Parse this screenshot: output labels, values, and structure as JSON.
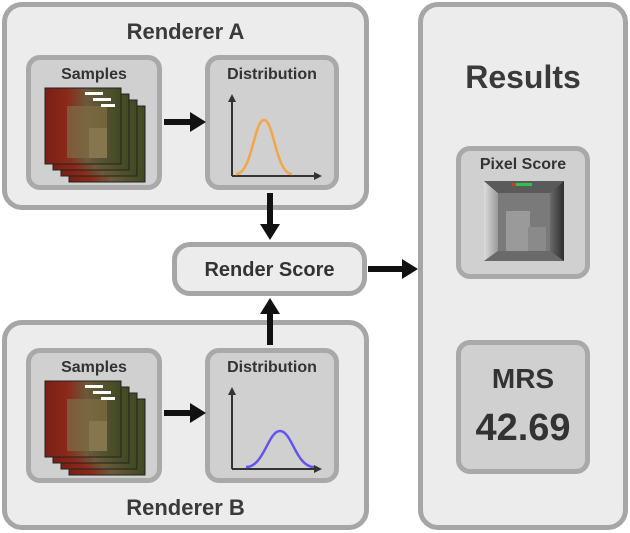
{
  "renderer_a": {
    "title": "Renderer A",
    "samples_label": "Samples",
    "distribution_label": "Distribution",
    "curve_color": "#f4a547"
  },
  "renderer_b": {
    "title": "Renderer B",
    "samples_label": "Samples",
    "distribution_label": "Distribution",
    "curve_color": "#6155f0"
  },
  "render_score": {
    "label": "Render Score"
  },
  "results": {
    "title": "Results",
    "pixel_score_label": "Pixel Score",
    "mrs_label": "MRS",
    "mrs_value": "42.69"
  }
}
